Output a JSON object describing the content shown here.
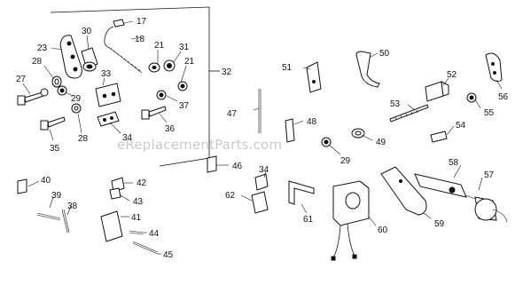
{
  "diagram": {
    "watermark": "eReplacementParts.com",
    "labels": [
      "17",
      "18",
      "30",
      "21",
      "31",
      "23",
      "28",
      "21",
      "32",
      "27",
      "33",
      "29",
      "37",
      "36",
      "34",
      "35",
      "28",
      "50",
      "51",
      "52",
      "56",
      "53",
      "55",
      "47",
      "48",
      "49",
      "54",
      "29",
      "58",
      "57",
      "46",
      "34",
      "40",
      "42",
      "39",
      "43",
      "38",
      "41",
      "44",
      "45",
      "62",
      "61",
      "60",
      "59"
    ]
  }
}
